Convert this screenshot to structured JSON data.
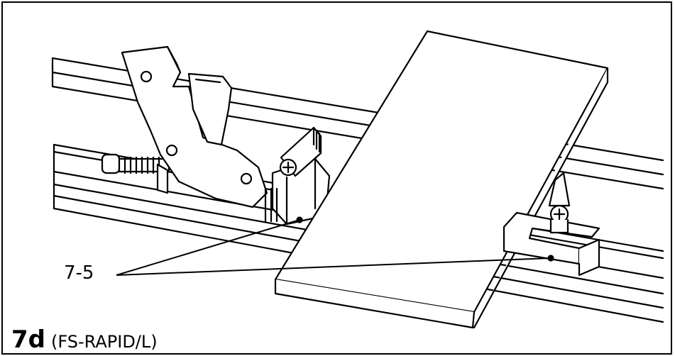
{
  "figure": {
    "number": "7d",
    "subtitle": "(FS-RAPID/L)"
  },
  "callouts": [
    {
      "label": "7-5"
    }
  ]
}
